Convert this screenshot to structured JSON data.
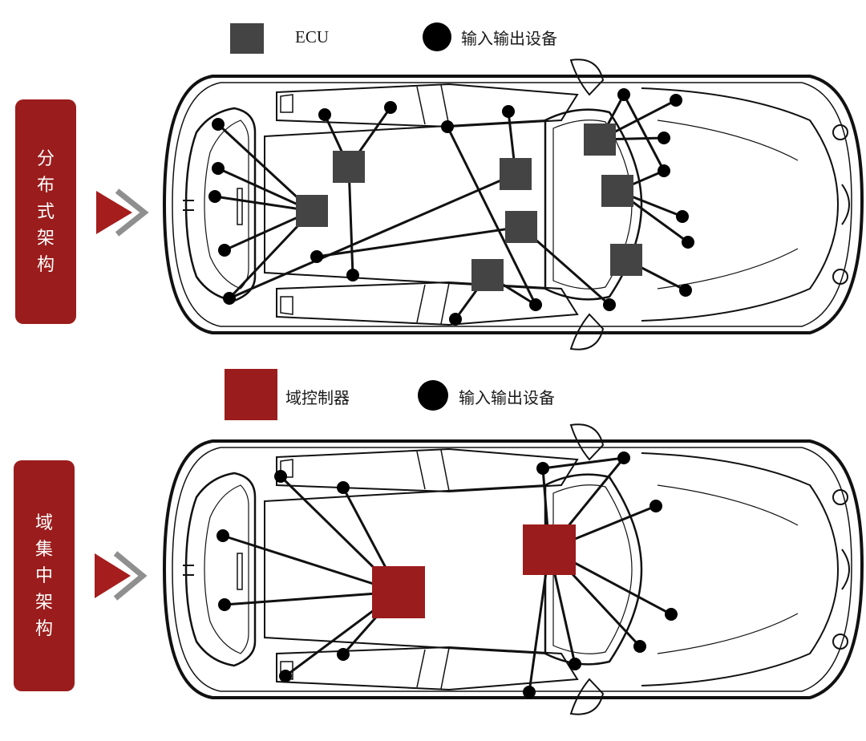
{
  "legend_top": {
    "ecu_label": "ECU",
    "io_label": "输入输出设备"
  },
  "legend_bottom": {
    "controller_label": "域控制器",
    "io_label": "输入输出设备"
  },
  "sections": {
    "top_label_chars": [
      "分",
      "布",
      "式",
      "架",
      "构"
    ],
    "bottom_label_chars": [
      "域",
      "集",
      "中",
      "架",
      "构"
    ]
  },
  "colors": {
    "ecu_fill": "#444444",
    "controller_fill": "#9b1c1c",
    "label_bg": "#9b1c1c",
    "arrow_red": "#a51d1d",
    "arrow_gray": "#8f8f8f",
    "line": "#111111"
  }
}
